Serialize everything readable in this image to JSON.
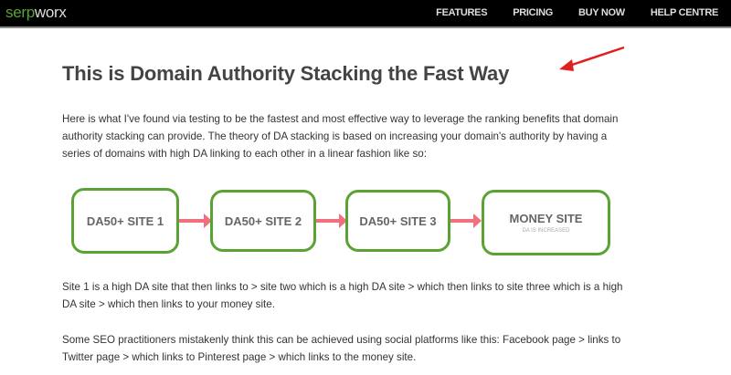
{
  "nav": {
    "logo_a": "serp",
    "logo_b": "worx",
    "items": [
      "FEATURES",
      "PRICING",
      "BUY NOW",
      "HELP CENTRE"
    ]
  },
  "title": "This is Domain Authority Stacking the Fast Way",
  "paragraphs": [
    "Here is what I've found via testing to be the fastest and most effective way to leverage the ranking benefits that domain authority stacking can provide. The theory of DA stacking is based on increasing your domain's authority by having a series of domains with high DA linking to each other in a linear fashion like so:",
    "Site 1 is a high DA site that then links to > site two which is a high DA site > which then links to site three which is a high DA site > which then links to your money site.",
    "Some SEO practitioners mistakenly think this can be achieved using social platforms like this: Facebook page > links to Twitter page > which links to Pinterest page > which links to the money site."
  ],
  "diagram": {
    "boxes": [
      "DA50+ SITE 1",
      "DA50+ SITE 2",
      "DA50+ SITE 3",
      "MONEY SITE"
    ],
    "money_sub": "DA IS INCREASED"
  },
  "colors": {
    "green": "#5aa332",
    "arrow": "#f07080",
    "annotation": "#e02020"
  }
}
